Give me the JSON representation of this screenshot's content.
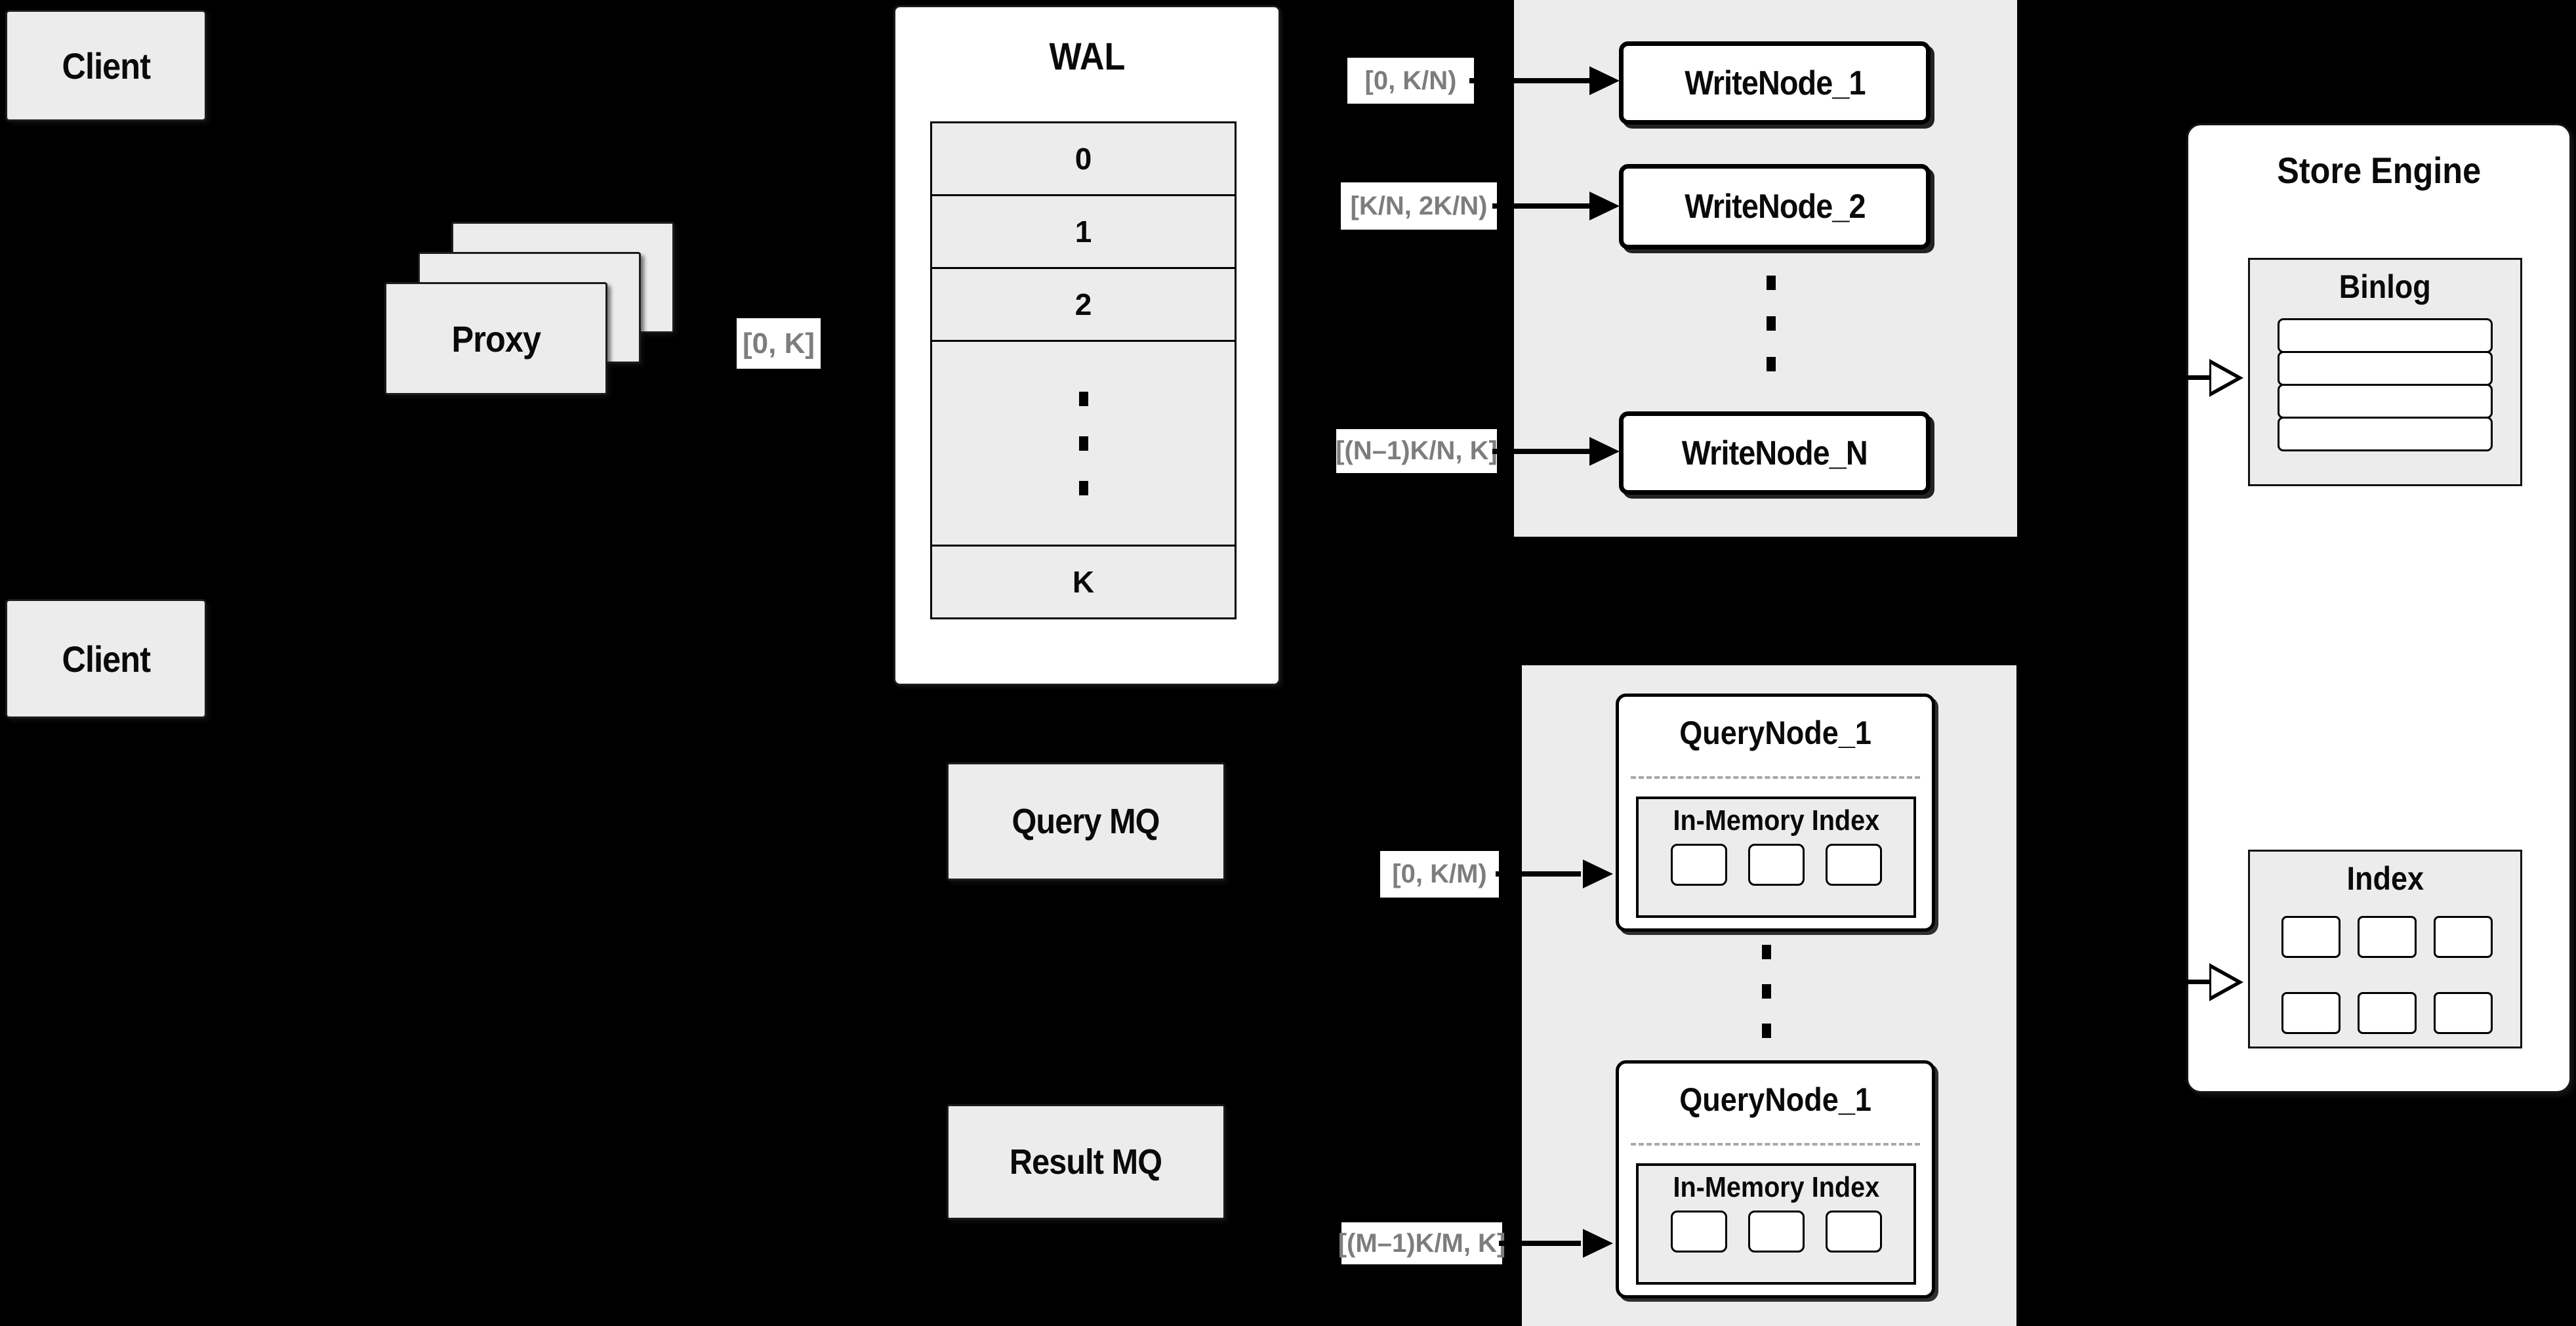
{
  "colors": {
    "background": "#000000",
    "panel_gray": "#ececec",
    "box_white": "#ffffff",
    "line_black": "#000000",
    "range_label_text": "#7d7d7d",
    "dashed_divider": "#a8a8a8"
  },
  "clients": [
    {
      "label": "Client"
    },
    {
      "label": "Client"
    }
  ],
  "proxy": {
    "label": "Proxy"
  },
  "wal": {
    "title": "WAL",
    "rows": [
      "0",
      "1",
      "2"
    ],
    "ellipsis": "vertical-dots",
    "last_row": "K"
  },
  "ranges": {
    "proxy_out": "[0, K]",
    "write_1": "[0,  K/N)",
    "write_2": "[K/N, 2K/N)",
    "write_n": "[(N–1)K/N,  K]",
    "query_1": "[0, K/M)",
    "query_m": "[(M–1)K/M, K]"
  },
  "write_cluster": {
    "node_1": "WriteNode_1",
    "node_2": "WriteNode_2",
    "node_n": "WriteNode_N"
  },
  "queues": {
    "query": "Query MQ",
    "result": "Result MQ"
  },
  "query_cluster": {
    "nodes": [
      {
        "title": "QueryNode_1",
        "memory_title": "In-Memory Index"
      },
      {
        "title": "QueryNode_1",
        "memory_title": "In-Memory Index"
      }
    ]
  },
  "store_engine": {
    "title": "Store Engine",
    "binlog_title": "Binlog",
    "index_title": "Index"
  }
}
